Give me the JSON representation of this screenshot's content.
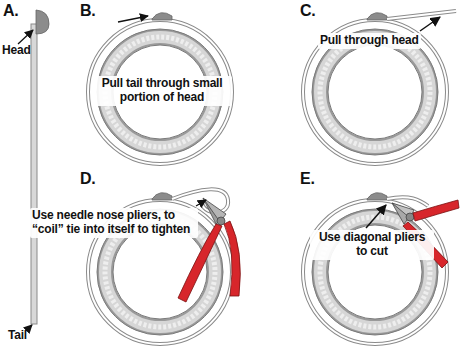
{
  "diagram": {
    "labels": [
      "A.",
      "Head",
      "Tail",
      "B.",
      "Pull tail through small portion of head",
      "C.",
      "Pull through head",
      "D.",
      "Use needle nose pliers, to “coil” tie into itself to tighten",
      "E.",
      "Use diagonal pliers to cut"
    ]
  }
}
